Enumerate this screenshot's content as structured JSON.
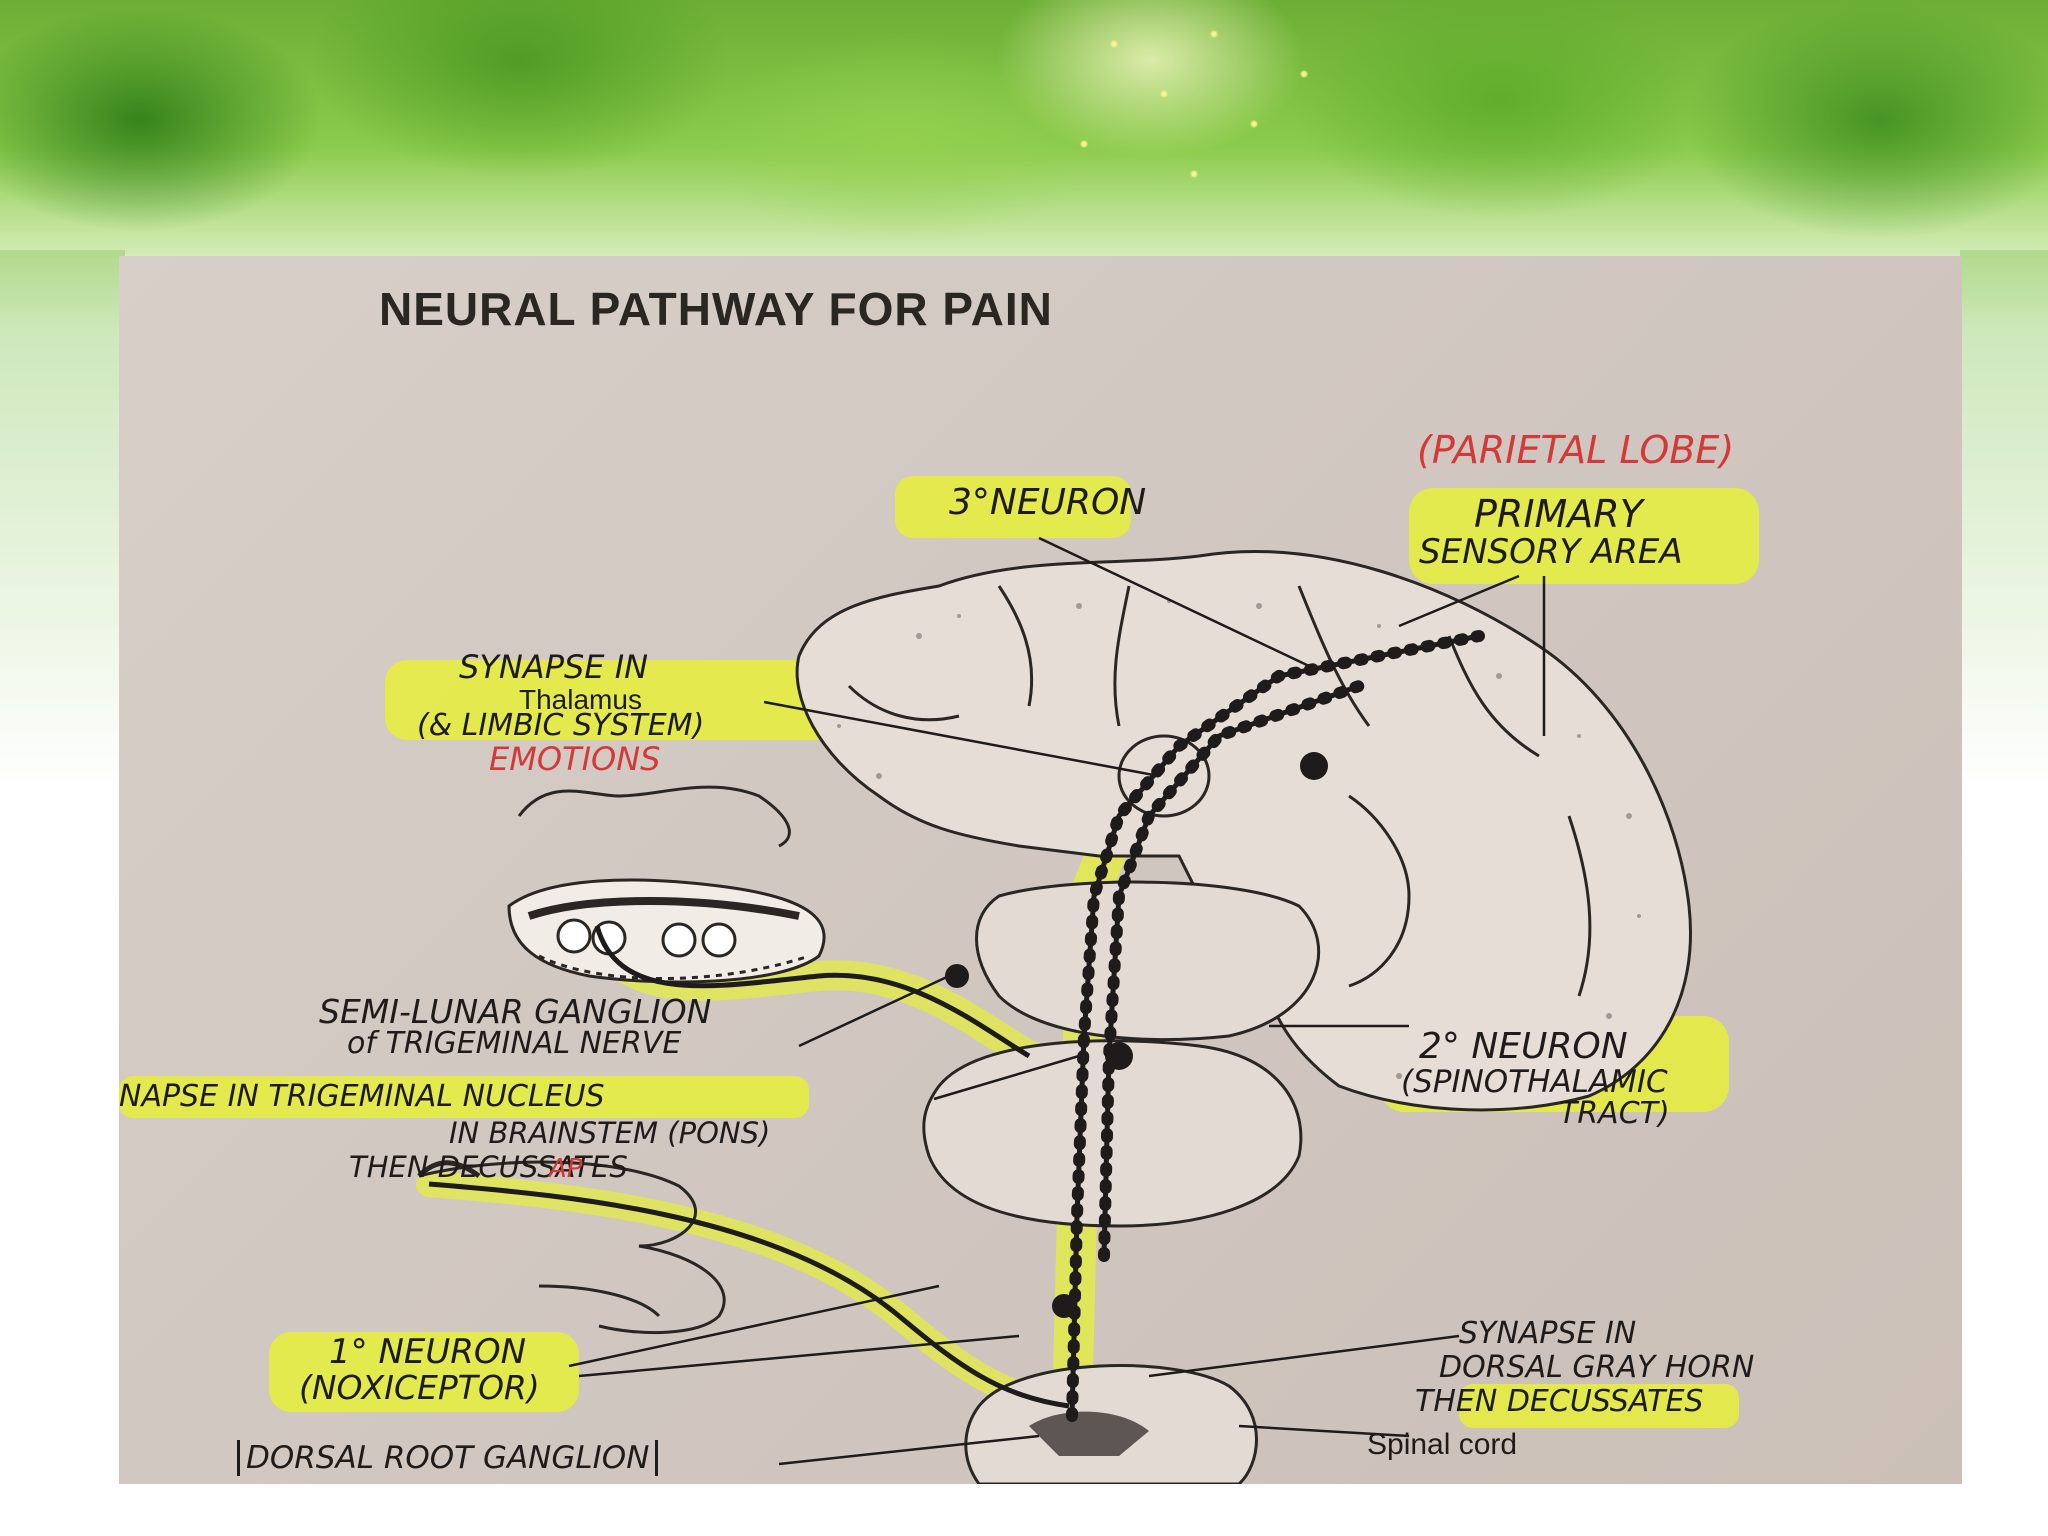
{
  "slide": {
    "title": "NEURAL PATHWAY FOR PAIN"
  },
  "labels": {
    "parietal_lobe": "(PARIETAL LOBE)",
    "primary": "PRIMARY",
    "sensory_area": "SENSORY AREA",
    "third_neuron": "3°NEURON",
    "synapse_in": "SYNAPSE IN",
    "thalamus": "Thalamus",
    "limbic_system": "(& LIMBIC SYSTEM)",
    "emotions": "EMOTIONS",
    "semilunar_line1": "SEMI-LUNAR GANGLION",
    "semilunar_line2": "of TRIGEMINAL NERVE",
    "trigeminal_line1": "NAPSE IN TRIGEMINAL NUCLEUS",
    "trigeminal_line2": "IN BRAINSTEM (PONS)",
    "trigeminal_line3": "THEN DECUSSATES",
    "ap": "AP",
    "second_neuron": "2° NEURON",
    "spinothalamic_line1": "(SPINOTHALAMIC",
    "spinothalamic_line2": "TRACT)",
    "first_neuron": "1° NEURON",
    "noxiceptor": "(NOXICEPTOR)",
    "dorsal_root": "DORSAL ROOT GANGLION",
    "dorsal_synapse_line1": "SYNAPSE IN",
    "dorsal_synapse_line2": "DORSAL GRAY HORN",
    "dorsal_synapse_line3": "THEN DECUSSATES",
    "spinal_cord": "Spinal cord"
  },
  "colors": {
    "highlighter": "#e6f03a",
    "ink": "#1f1b1a",
    "red_ink": "#d23a3a"
  }
}
